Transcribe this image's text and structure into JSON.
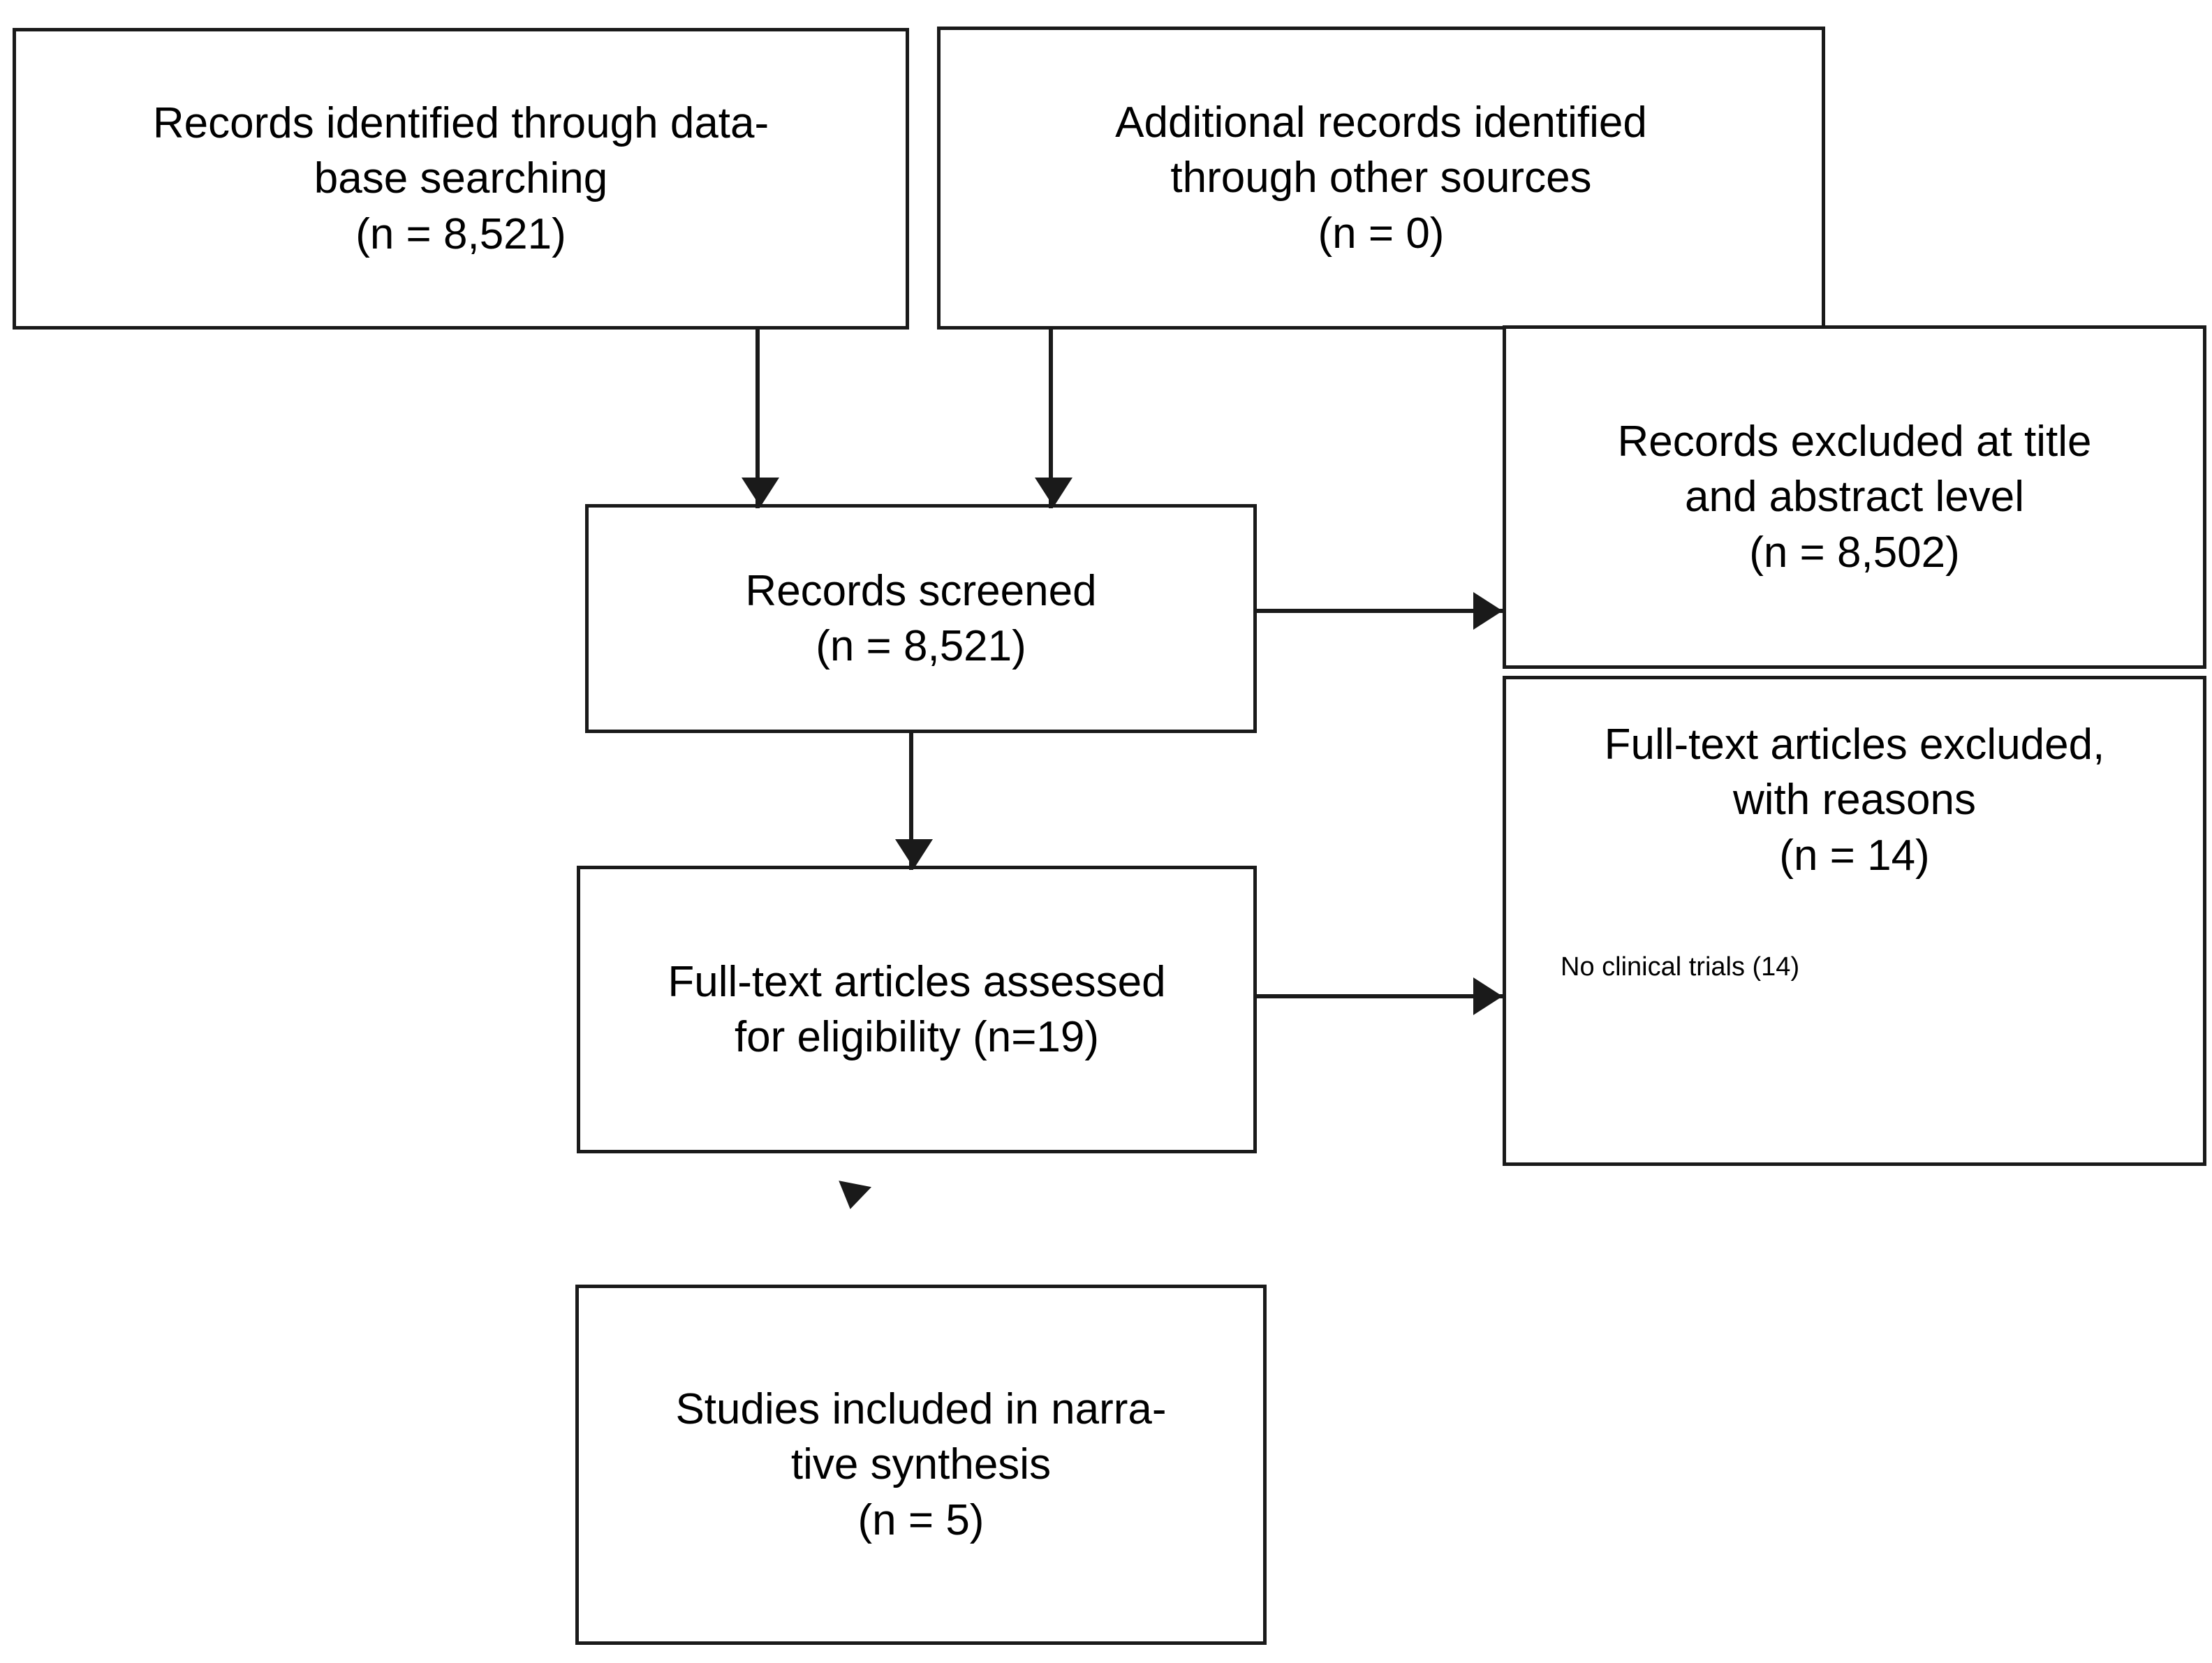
{
  "diagram": {
    "type": "prisma-flow-diagram",
    "title": "PRISMA study selection flow",
    "colors": {
      "box_border": "#1a1a1a",
      "box_fill": "#ffffff",
      "connector": "#1a1a1a",
      "text": "#000000"
    },
    "nodes": [
      {
        "id": "records-identified-database",
        "lines": [
          "Records identified through data-",
          "base searching",
          "(n = 8,521)"
        ],
        "count_label": "(n = 8,521)",
        "count": 8521
      },
      {
        "id": "additional-records-other-sources",
        "lines": [
          "Additional records identified",
          "through other sources",
          "(n = 0)"
        ],
        "count_label": "(n = 0)",
        "count": 0
      },
      {
        "id": "records-screened",
        "lines": [
          "Records screened",
          "(n = 8,521)"
        ],
        "count_label": "(n = 8,521)",
        "count": 8521
      },
      {
        "id": "records-excluded-title-abstract",
        "lines": [
          "Records excluded at title",
          "and abstract level",
          "(n = 8,502)"
        ],
        "count_label": "(n = 8,502)",
        "count": 8502
      },
      {
        "id": "fulltext-assessed-eligibility",
        "lines": [
          "Full-text articles assessed",
          "for eligibility (n=19)"
        ],
        "count_label": "(n=19)",
        "count": 19
      },
      {
        "id": "fulltext-excluded-with-reasons",
        "lines": [
          "Full-text articles excluded,",
          "with reasons",
          "(n = 14)"
        ],
        "count_label": "(n = 14)",
        "count": 14,
        "reasons": [
          "No clinical trials (14)"
        ]
      },
      {
        "id": "studies-included-narrative-synthesis",
        "lines": [
          "Studies included in narra-",
          "tive synthesis",
          "(n = 5)"
        ],
        "count_label": "(n = 5)",
        "count": 5
      }
    ],
    "connectors": [
      {
        "id": "db-to-screened",
        "from": "records-identified-database",
        "to": "records-screened",
        "direction": "down"
      },
      {
        "id": "other-to-screened",
        "from": "additional-records-other-sources",
        "to": "records-screened",
        "direction": "down"
      },
      {
        "id": "screened-to-excluded-title",
        "from": "records-screened",
        "to": "records-excluded-title-abstract",
        "direction": "right"
      },
      {
        "id": "screened-to-fulltext",
        "from": "records-screened",
        "to": "fulltext-assessed-eligibility",
        "direction": "down"
      },
      {
        "id": "fulltext-to-excluded-reasons",
        "from": "fulltext-assessed-eligibility",
        "to": "fulltext-excluded-with-reasons",
        "direction": "right"
      },
      {
        "id": "fulltext-to-included",
        "from": "fulltext-assessed-eligibility",
        "to": "studies-included-narrative-synthesis",
        "direction": "up-right"
      }
    ]
  }
}
